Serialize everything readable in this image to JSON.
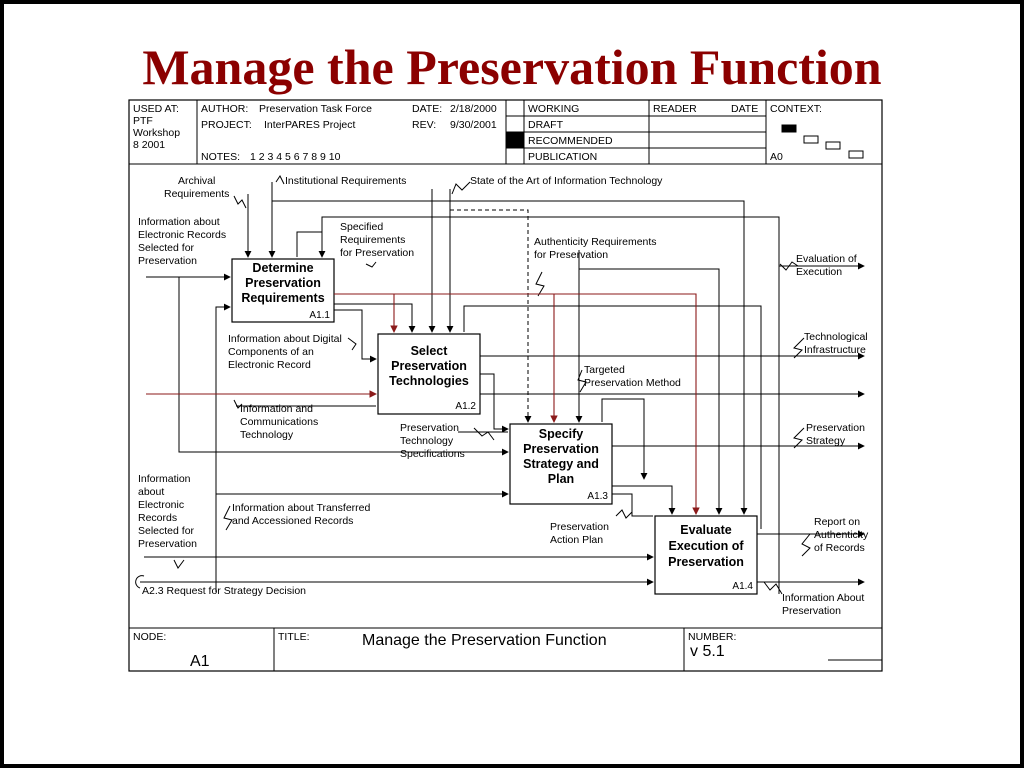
{
  "slide": {
    "title": "Manage the Preservation Function"
  },
  "header": {
    "used_at_label": "USED AT:",
    "used_at_lines": [
      "PTF",
      "Workshop",
      "8 2001"
    ],
    "author_label": "AUTHOR:",
    "author": "Preservation Task Force",
    "project_label": "PROJECT:",
    "project": "InterPARES Project",
    "date_label": "DATE:",
    "date": "2/18/2000",
    "rev_label": "REV:",
    "rev": "9/30/2001",
    "notes_label": "NOTES:",
    "notes": "1  2  3  4  5  6  7  8  9  10",
    "status": [
      "WORKING",
      "DRAFT",
      "RECOMMENDED",
      "PUBLICATION"
    ],
    "reader_label": "READER",
    "date_col_label": "DATE",
    "context_label": "CONTEXT:",
    "context_node": "A0"
  },
  "boxes": [
    {
      "lines": [
        "Determine",
        "Preservation",
        "Requirements"
      ],
      "id": "A1.1"
    },
    {
      "lines": [
        "Select",
        "Preservation",
        "Technologies"
      ],
      "id": "A1.2"
    },
    {
      "lines": [
        "Specify",
        "Preservation",
        "Strategy and",
        "Plan"
      ],
      "id": "A1.3"
    },
    {
      "lines": [
        "Evaluate",
        "Execution of",
        "Preservation"
      ],
      "id": "A1.4"
    }
  ],
  "labels": {
    "archival": [
      "Archival",
      "Requirements"
    ],
    "institutional": "Institutional Requirements",
    "state_of_art": "State of the Art of Information Technology",
    "info_selected_top": [
      "Information about",
      "Electronic Records",
      "Selected for",
      "Preservation"
    ],
    "specified_req": [
      "Specified",
      "Requirements",
      "for Preservation"
    ],
    "authenticity_req": [
      "Authenticity Requirements",
      "for Preservation"
    ],
    "evaluation_exec": [
      "Evaluation of",
      "Execution"
    ],
    "digital_components": [
      "Information about Digital",
      "Components of an",
      "Electronic Record"
    ],
    "tech_infra": [
      "Technological",
      "Infrastructure"
    ],
    "targeted_method": [
      "Targeted",
      "Preservation Method"
    ],
    "ict": [
      "Information and",
      "Communications",
      "Technology"
    ],
    "tech_specs": [
      "Preservation",
      "Technology",
      "Specifications"
    ],
    "pres_strategy": [
      "Preservation",
      "Strategy"
    ],
    "info_selected_bottom": [
      "Information",
      "about",
      "Electronic",
      "Records",
      "Selected for",
      "Preservation"
    ],
    "transferred": [
      "Information about Transferred",
      "and Accessioned Records"
    ],
    "action_plan": [
      "Preservation",
      "Action Plan"
    ],
    "report_auth": [
      "Report on",
      "Authenticity",
      "of Records"
    ],
    "strategy_request": "A2.3 Request for Strategy Decision",
    "info_about_pres": [
      "Information About",
      "Preservation"
    ]
  },
  "footer": {
    "node_label": "NODE:",
    "node": "A1",
    "title_label": "TITLE:",
    "title": "Manage the Preservation Function",
    "number_label": "NUMBER:",
    "number": "v 5.1"
  },
  "colors": {
    "title": "#8b0000",
    "red_arrow": "#8b1a1a"
  }
}
